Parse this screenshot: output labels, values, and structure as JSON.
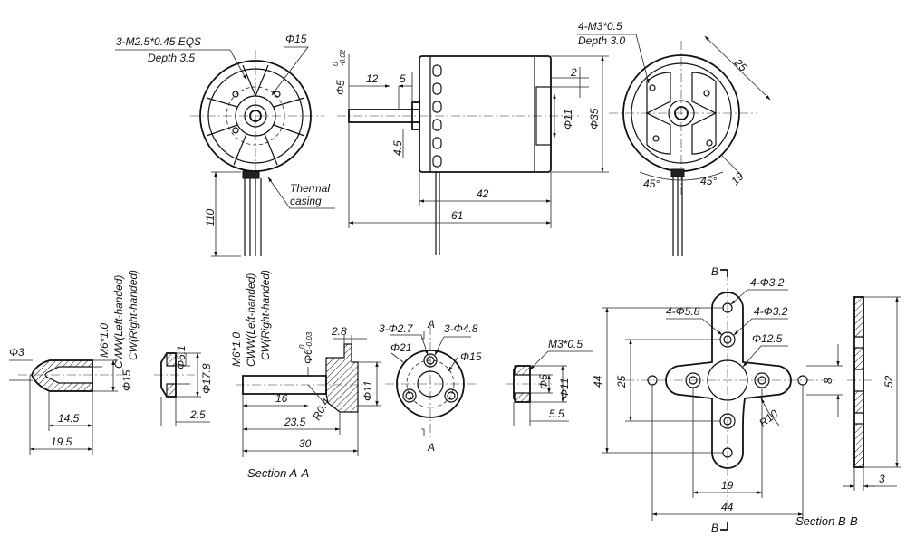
{
  "views": {
    "front": {
      "thread_note": "3-M2.5*0.45  EQS",
      "depth_note": "Depth  3.5",
      "dia_label": "Φ15",
      "thermal_label_1": "Thermal",
      "thermal_label_2": "casing",
      "lead_length": "110"
    },
    "side": {
      "shaft_dia": "Φ5",
      "shaft_tol": "0",
      "shaft_tol_low": "-0.02",
      "d12": "12",
      "d5": "5",
      "d2": "2",
      "d4_5": "4.5",
      "dia11": "Φ11",
      "dia35": "Φ35",
      "len42": "42",
      "len61": "61"
    },
    "back": {
      "thread_note": "4-M3*0.5",
      "depth_note": "Depth  3.0",
      "d25": "25",
      "d19": "19",
      "angle1": "45°",
      "angle2": "45°"
    },
    "spinner": {
      "dia3": "Φ3",
      "thread": "M6*1.0",
      "cww": "CWW(Left-handed)",
      "cw": "CW(Right-handed)",
      "dia15": "Φ15",
      "len14_5": "14.5",
      "len19_5": "19.5"
    },
    "washer": {
      "dia6_1": "Φ6.1",
      "dia17_8": "Φ17.8",
      "len2_5": "2.5"
    },
    "adapter": {
      "thread": "M6*1.0",
      "cww": "CWW(Left-handed)",
      "cw": "CW(Right-handed)",
      "dia6": "Φ6",
      "dia6_tol": "0",
      "dia6_tol_low": "-0.03",
      "d2_8": "2.8",
      "dia21": "Φ21",
      "dia11": "Φ11",
      "r0_4": "R0.4",
      "len16": "16",
      "len23_5": "23.5",
      "len30": "30",
      "section": "Section A-A"
    },
    "adapter_front": {
      "holes_a": "3-Φ2.7",
      "holes_b": "3-Φ4.8",
      "dia15": "Φ15",
      "cut_a_top": "A",
      "cut_a_bottom": "A"
    },
    "collet": {
      "thread": "M3*0.5",
      "dia5": "Φ5",
      "dia11": "Φ11",
      "len5_5": "5.5"
    },
    "mount": {
      "cut_b_top": "B",
      "cut_b_bottom": "B",
      "holes1": "4-Φ3.2",
      "holes2": "4-Φ5.8",
      "holes3": "4-Φ3.2",
      "dia12_5": "Φ12.5",
      "d44v": "44",
      "d25v": "25",
      "d8": "8",
      "r10": "R10",
      "d19": "19",
      "d44h": "44",
      "section": "Section B-B"
    },
    "mount_side": {
      "d52": "52",
      "d3": "3"
    }
  }
}
